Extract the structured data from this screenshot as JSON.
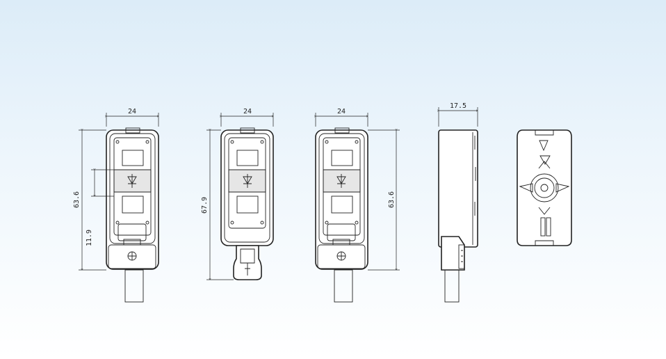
{
  "views": {
    "front_1": {
      "width_label": "24",
      "height_label": "63.6",
      "inner_label": "11.9"
    },
    "front_2": {
      "width_label": "24",
      "height_label": "67.9"
    },
    "front_3": {
      "width_label": "24",
      "height_label": "63.6"
    },
    "side": {
      "depth_label": "17.5"
    }
  },
  "colors": {
    "line": "#222222",
    "background_top": "#dcecf8",
    "background_bottom": "#ffffff"
  }
}
